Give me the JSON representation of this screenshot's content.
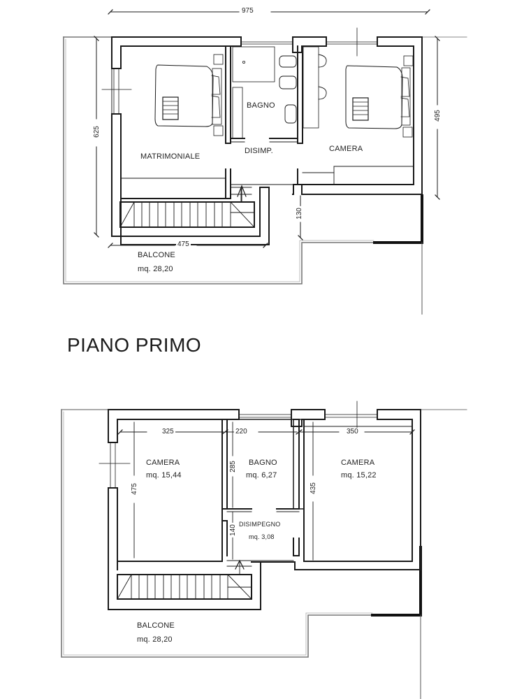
{
  "page_title": "PIANO PRIMO",
  "plan_furnished": {
    "overall_width_dim": "975",
    "left_height_dim": "625",
    "right_height_dim": "495",
    "balcony_width_dim": "475",
    "balcony_setback_dim": "130",
    "rooms": {
      "master_bedroom": "MATRIMONIALE",
      "bathroom": "BAGNO",
      "hallway": "DISIMP.",
      "bedroom": "CAMERA"
    },
    "balcony": {
      "label": "BALCONE",
      "area": "mq. 28,20"
    }
  },
  "plan_dimensioned": {
    "width_dims": [
      "325",
      "220",
      "350"
    ],
    "rooms": {
      "bedroom_left": {
        "label": "CAMERA",
        "area": "mq. 15,44",
        "height_dim": "475"
      },
      "bathroom": {
        "label": "BAGNO",
        "area": "mq. 6,27",
        "height_dim": "285"
      },
      "hallway": {
        "label": "DISIMPEGNO",
        "area": "mq. 3,08",
        "height_dim": "140"
      },
      "bedroom_right": {
        "label": "CAMERA",
        "area": "mq. 15,22",
        "height_dim": "435"
      }
    },
    "balcony": {
      "label": "BALCONE",
      "area": "mq. 28,20"
    }
  }
}
